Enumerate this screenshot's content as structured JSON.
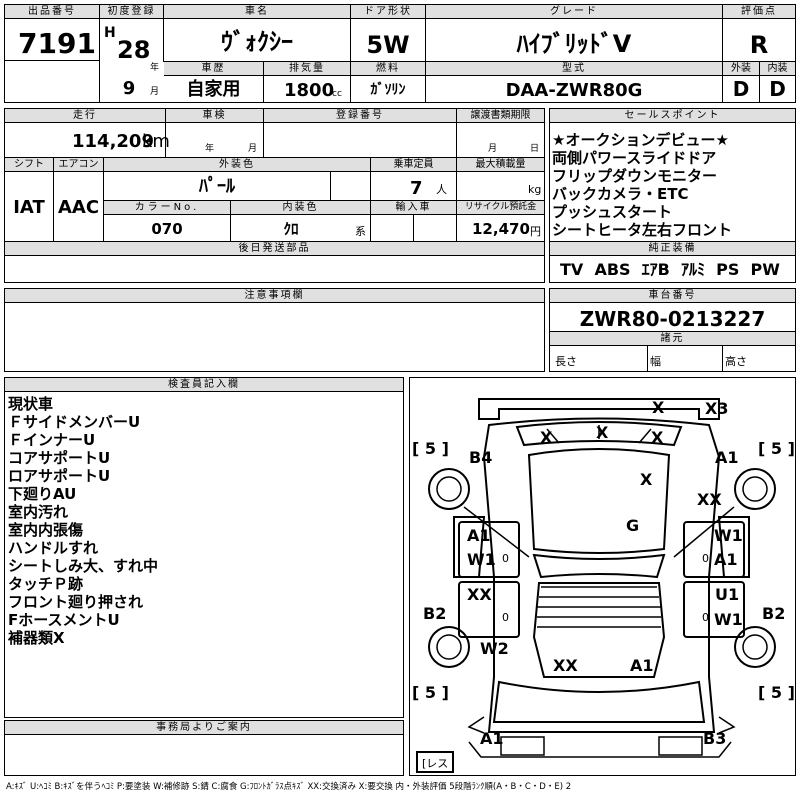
{
  "header": {
    "lot_label": "出品番号",
    "lot": "7191",
    "first_reg_label": "初度登録",
    "era": "H",
    "year": "28",
    "year_unit": "年",
    "month": "9",
    "month_unit": "月",
    "car_name_label": "車名",
    "car_name": "ｳﾞｫｸｼｰ",
    "door_label": "ドア形状",
    "door": "5W",
    "grade_label": "グレード",
    "grade": "ﾊｲﾌﾞﾘｯﾄﾞV",
    "score_label": "評価点",
    "score": "R",
    "history_label": "車歴",
    "history": "自家用",
    "displacement_label": "排気量",
    "displacement": "1800",
    "displacement_unit": "cc",
    "fuel_label": "燃料",
    "fuel": "ｶﾞｿﾘﾝ",
    "model_label": "型式",
    "model": "DAA-ZWR80G",
    "exterior_label": "外装",
    "exterior": "D",
    "interior_label": "内装",
    "interior": "D"
  },
  "row2": {
    "mileage_label": "走行",
    "mileage": "114,209",
    "mileage_unit": "km",
    "inspection_label": "車検",
    "insp_year_unit": "年",
    "insp_month_unit": "月",
    "reg_no_label": "登録番号",
    "transfer_label": "譲渡書類期限",
    "transfer_month_unit": "月",
    "transfer_day_unit": "日"
  },
  "row3": {
    "shift_label": "シフト",
    "shift": "IAT",
    "ac_label": "エアコン",
    "ac": "AAC",
    "ext_color_label": "外装色",
    "ext_color": "ﾊﾟｰﾙ",
    "capacity_label": "乗車定員",
    "capacity": "7",
    "capacity_unit": "人",
    "max_load_label": "最大積載量",
    "max_load_unit": "kg",
    "color_no_label": "カラーNo.",
    "color_no": "070",
    "int_color_label": "内装色",
    "int_color": "ｸﾛ",
    "int_color_unit": "系",
    "import_label": "輸入車",
    "recycle_label": "リサイクル預託金",
    "recycle": "12,470",
    "recycle_unit": "円",
    "later_parts_label": "後日発送部品"
  },
  "sales": {
    "title": "セールスポイント",
    "items": [
      "★オークションデビュー★",
      "両側パワースライドドア",
      "フリップダウンモニター",
      "バックカメラ・ETC",
      "プッシュスタート",
      "シートヒータ左右フロント"
    ]
  },
  "equipment": {
    "title": "純正装備",
    "items": "TV  ABS  ｴｱB  ｱﾙﾐ  PS  PW"
  },
  "caution": {
    "title": "注意事項欄"
  },
  "chassis": {
    "title": "車台番号",
    "number": "ZWR80-0213227",
    "spec_title": "諸元",
    "length_label": "長さ",
    "width_label": "幅",
    "height_label": "高さ"
  },
  "inspector": {
    "title": "検査員記入欄",
    "lines": [
      "現状車",
      "ＦサイドメンバーU",
      "ＦインナーU",
      "コアサポートU",
      "ロアサポートU",
      "下廻りAU",
      "室内汚れ",
      "室内内張傷",
      "ハンドルすれ",
      "シートしみ大、すれ中",
      "タッチＰ跡",
      "フロント廻り押され",
      "FホースメントU",
      "補器類X"
    ]
  },
  "office": {
    "title": "事務局よりご案内"
  },
  "diagram": {
    "tire_5": "5",
    "tire_brackets": [
      "[",
      "]"
    ],
    "marks": {
      "roof_x": "X",
      "x3": "X3",
      "win_x1": "X",
      "win_x2": "X",
      "win_x3": "X",
      "b4": "B4",
      "a1_fr": "A1",
      "hood_x": "X",
      "xx_r": "XX",
      "g": "G",
      "a1_l": "A1",
      "w1_l": "W1",
      "w1_r": "W1",
      "a1_r": "A1",
      "xx_l": "XX",
      "u1_r": "U1",
      "w1_r2": "W1",
      "b2_l": "B2",
      "b2_r": "B2",
      "w2": "W2",
      "xx_b": "XX",
      "a1_b": "A1",
      "a1_bl": "A1",
      "b3": "B3"
    },
    "zeros": [
      "0",
      "0",
      "0",
      "0"
    ],
    "rear_label": "レス"
  },
  "legend": "A:ｷｽﾞ U:ﾍｺﾐ B:ｷｽﾞを伴うﾍｺﾐ P:要塗装 W:補修跡 S:錆 C:腐食 G:ﾌﾛﾝﾄｶﾞﾗｽ点ｷｽﾞ XX:交換済み X:要交換 内・外装評価 5段階ﾗﾝｸ順(A・B・C・D・E) 2"
}
